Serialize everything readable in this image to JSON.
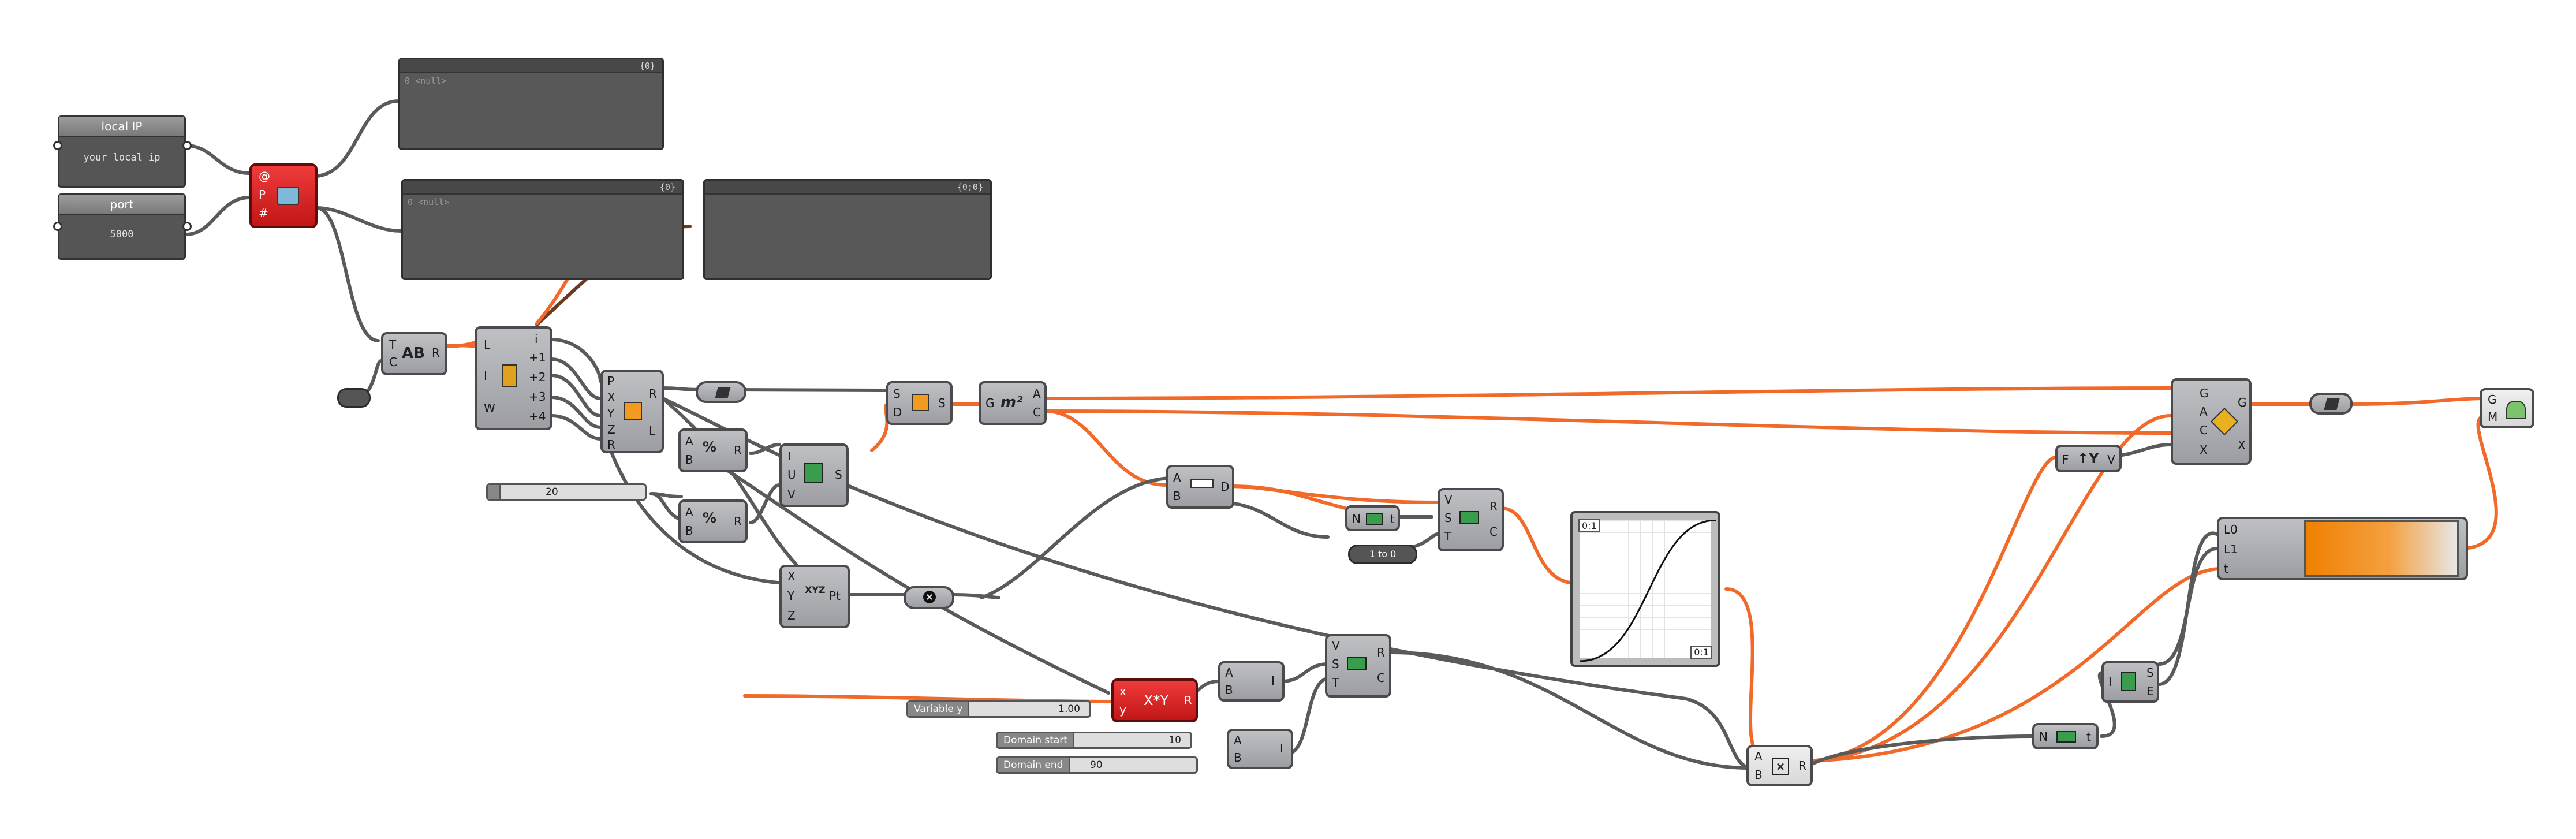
{
  "panels": [
    {
      "id": "p1",
      "index": "{0}",
      "rows": [
        "0 <null>"
      ]
    },
    {
      "id": "p2",
      "index": "{0}",
      "rows": [
        "0 <null>"
      ]
    },
    {
      "id": "p3",
      "index": "{0;0}",
      "rows": []
    }
  ],
  "params": {
    "local_ip": {
      "label": "local IP",
      "value": "your local ip"
    },
    "port": {
      "label": "port",
      "value": "5000"
    }
  },
  "nodes": {
    "udp": {
      "inputs": [
        "@",
        "P",
        "#"
      ],
      "outputs": [
        "·",
        "·"
      ]
    },
    "text_replace": {
      "inputs": [
        "T",
        "C"
      ],
      "outputs": [
        "R"
      ]
    },
    "split_list": {
      "inputs": [
        "L",
        "I",
        "W"
      ],
      "outputs": [
        "i",
        "+1",
        "+2",
        "+3",
        "+4"
      ]
    },
    "plane": {
      "inputs": [
        "P",
        "X",
        "Y",
        "Z",
        "R"
      ],
      "outputs": [
        "R",
        "L"
      ]
    },
    "flip": {},
    "div1": {
      "inputs": [
        "A",
        "B"
      ],
      "outputs": [
        "R"
      ]
    },
    "div2": {
      "inputs": [
        "A",
        "B"
      ],
      "outputs": [
        "R"
      ]
    },
    "unit": {
      "inputs": [
        "I",
        "U",
        "V"
      ],
      "outputs": [
        "S"
      ]
    },
    "pt": {
      "inputs": [
        "X",
        "Y",
        "Z"
      ],
      "outputs": [
        "Pt"
      ]
    },
    "area_s": {
      "inputs": [
        "S",
        "D"
      ],
      "outputs": [
        "S"
      ]
    },
    "area": {
      "inputs": [
        "G"
      ],
      "outputs": [
        "A",
        "C"
      ]
    },
    "dist": {
      "inputs": [
        "A",
        "B"
      ],
      "outputs": [
        "D"
      ]
    },
    "series1": {
      "inputs": [
        "N"
      ],
      "outputs": [
        "t"
      ]
    },
    "remap1": {
      "inputs": [
        "V",
        "S",
        "T"
      ],
      "outputs": [
        "R",
        "C"
      ]
    },
    "range_1to0": {
      "value": "1 to 0"
    },
    "expr": {
      "label": "X*Y",
      "inputs": [
        "x",
        "y"
      ],
      "outputs": [
        "R"
      ]
    },
    "constr1": {
      "inputs": [
        "A",
        "B"
      ],
      "outputs": [
        "I"
      ]
    },
    "constr2": {
      "inputs": [
        "A",
        "B"
      ],
      "outputs": [
        "I"
      ]
    },
    "remap2": {
      "inputs": [
        "V",
        "S",
        "T"
      ],
      "outputs": [
        "R",
        "C"
      ]
    },
    "mult": {
      "inputs": [
        "A",
        "B"
      ],
      "outputs": [
        "R"
      ]
    },
    "graph": {
      "tag_top": "0:1",
      "tag_bottom": "0:1"
    },
    "transform": {
      "inputs": [
        "G",
        "A",
        "C",
        "X"
      ],
      "outputs": [
        "G",
        "X"
      ]
    },
    "vec": {
      "inputs": [
        "F"
      ],
      "outputs": [
        "V"
      ]
    },
    "flip2": {},
    "preview": {
      "inputs": [
        "G",
        "M"
      ]
    },
    "gradient": {
      "inputs": [
        "L0",
        "L1",
        "t"
      ]
    },
    "bounds": {
      "inputs": [
        "I"
      ],
      "outputs": [
        "S",
        "E"
      ]
    },
    "series2": {
      "inputs": [
        "N"
      ],
      "outputs": [
        "t"
      ]
    }
  },
  "sliders": {
    "twenty": {
      "value": "20"
    },
    "variable_y": {
      "label": "Variable y",
      "value": "1.00"
    },
    "domain_start": {
      "label": "Domain start",
      "value": "10"
    },
    "domain_end": {
      "label": "Domain end",
      "value": "90"
    }
  },
  "colors": {
    "wire": "#5a5a5a",
    "wire_selected": "#f26a2a",
    "component": "#a8a9ad",
    "component_red": "#d42020"
  }
}
